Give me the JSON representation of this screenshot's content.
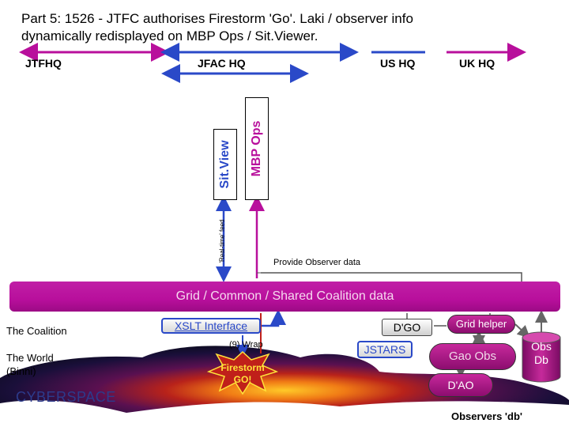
{
  "title_line1": "Part 5: 1526 - JTFC authorises Firestorm 'Go'. Laki / observer info",
  "title_line2": "dynamically redisplayed on MBP Ops / Sit.Viewer.",
  "hq": {
    "jtfhq": "JTFHQ",
    "jfac": "JFAC HQ",
    "us": "US HQ",
    "uk": "UK HQ"
  },
  "boxes": {
    "sitview": "Sit.View",
    "mbp_ops": "MBP Ops",
    "feed": "'Real-time' feed"
  },
  "provide_observer": "Provide Observer data",
  "grid_bar": "Grid / Common / Shared Coalition data",
  "coalition": "The Coalition",
  "world_line1": "The World",
  "world_line2": "(Binni)",
  "cyberspace": "CYBERSPACE",
  "xslt": "XSLT Interface",
  "wrap": "(9) Wrap",
  "firestorm_line1": "Firestorm",
  "firestorm_line2": "GO!",
  "dgo": "D'GO",
  "jstars": "JSTARS",
  "grid_helper": "Grid helper",
  "gao_obs": "Gao Obs",
  "dao": "D'AO",
  "obs_db_line1": "Obs",
  "obs_db_line2": "Db",
  "observers_db": "Observers 'db'",
  "colors": {
    "magenta": "#b80f9c",
    "blue": "#2a49c8",
    "firestorm": "#c0201a"
  }
}
